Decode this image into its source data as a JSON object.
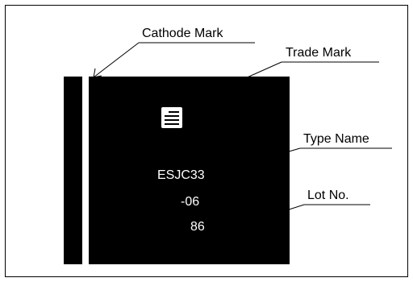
{
  "colors": {
    "chip": "#000000",
    "cathode_stripe": "#ffffff",
    "marking_text": "#ffffff",
    "callout_line": "#000000"
  },
  "icons": [
    "trade-mark-logo-icon"
  ],
  "chip": {
    "type_name": "ESJC33",
    "lot_line_1": "-06",
    "lot_line_2": "86"
  },
  "callouts": {
    "cathode_mark": "Cathode Mark",
    "trade_mark": "Trade Mark",
    "type_name": "Type Name",
    "lot_no": "Lot No."
  }
}
